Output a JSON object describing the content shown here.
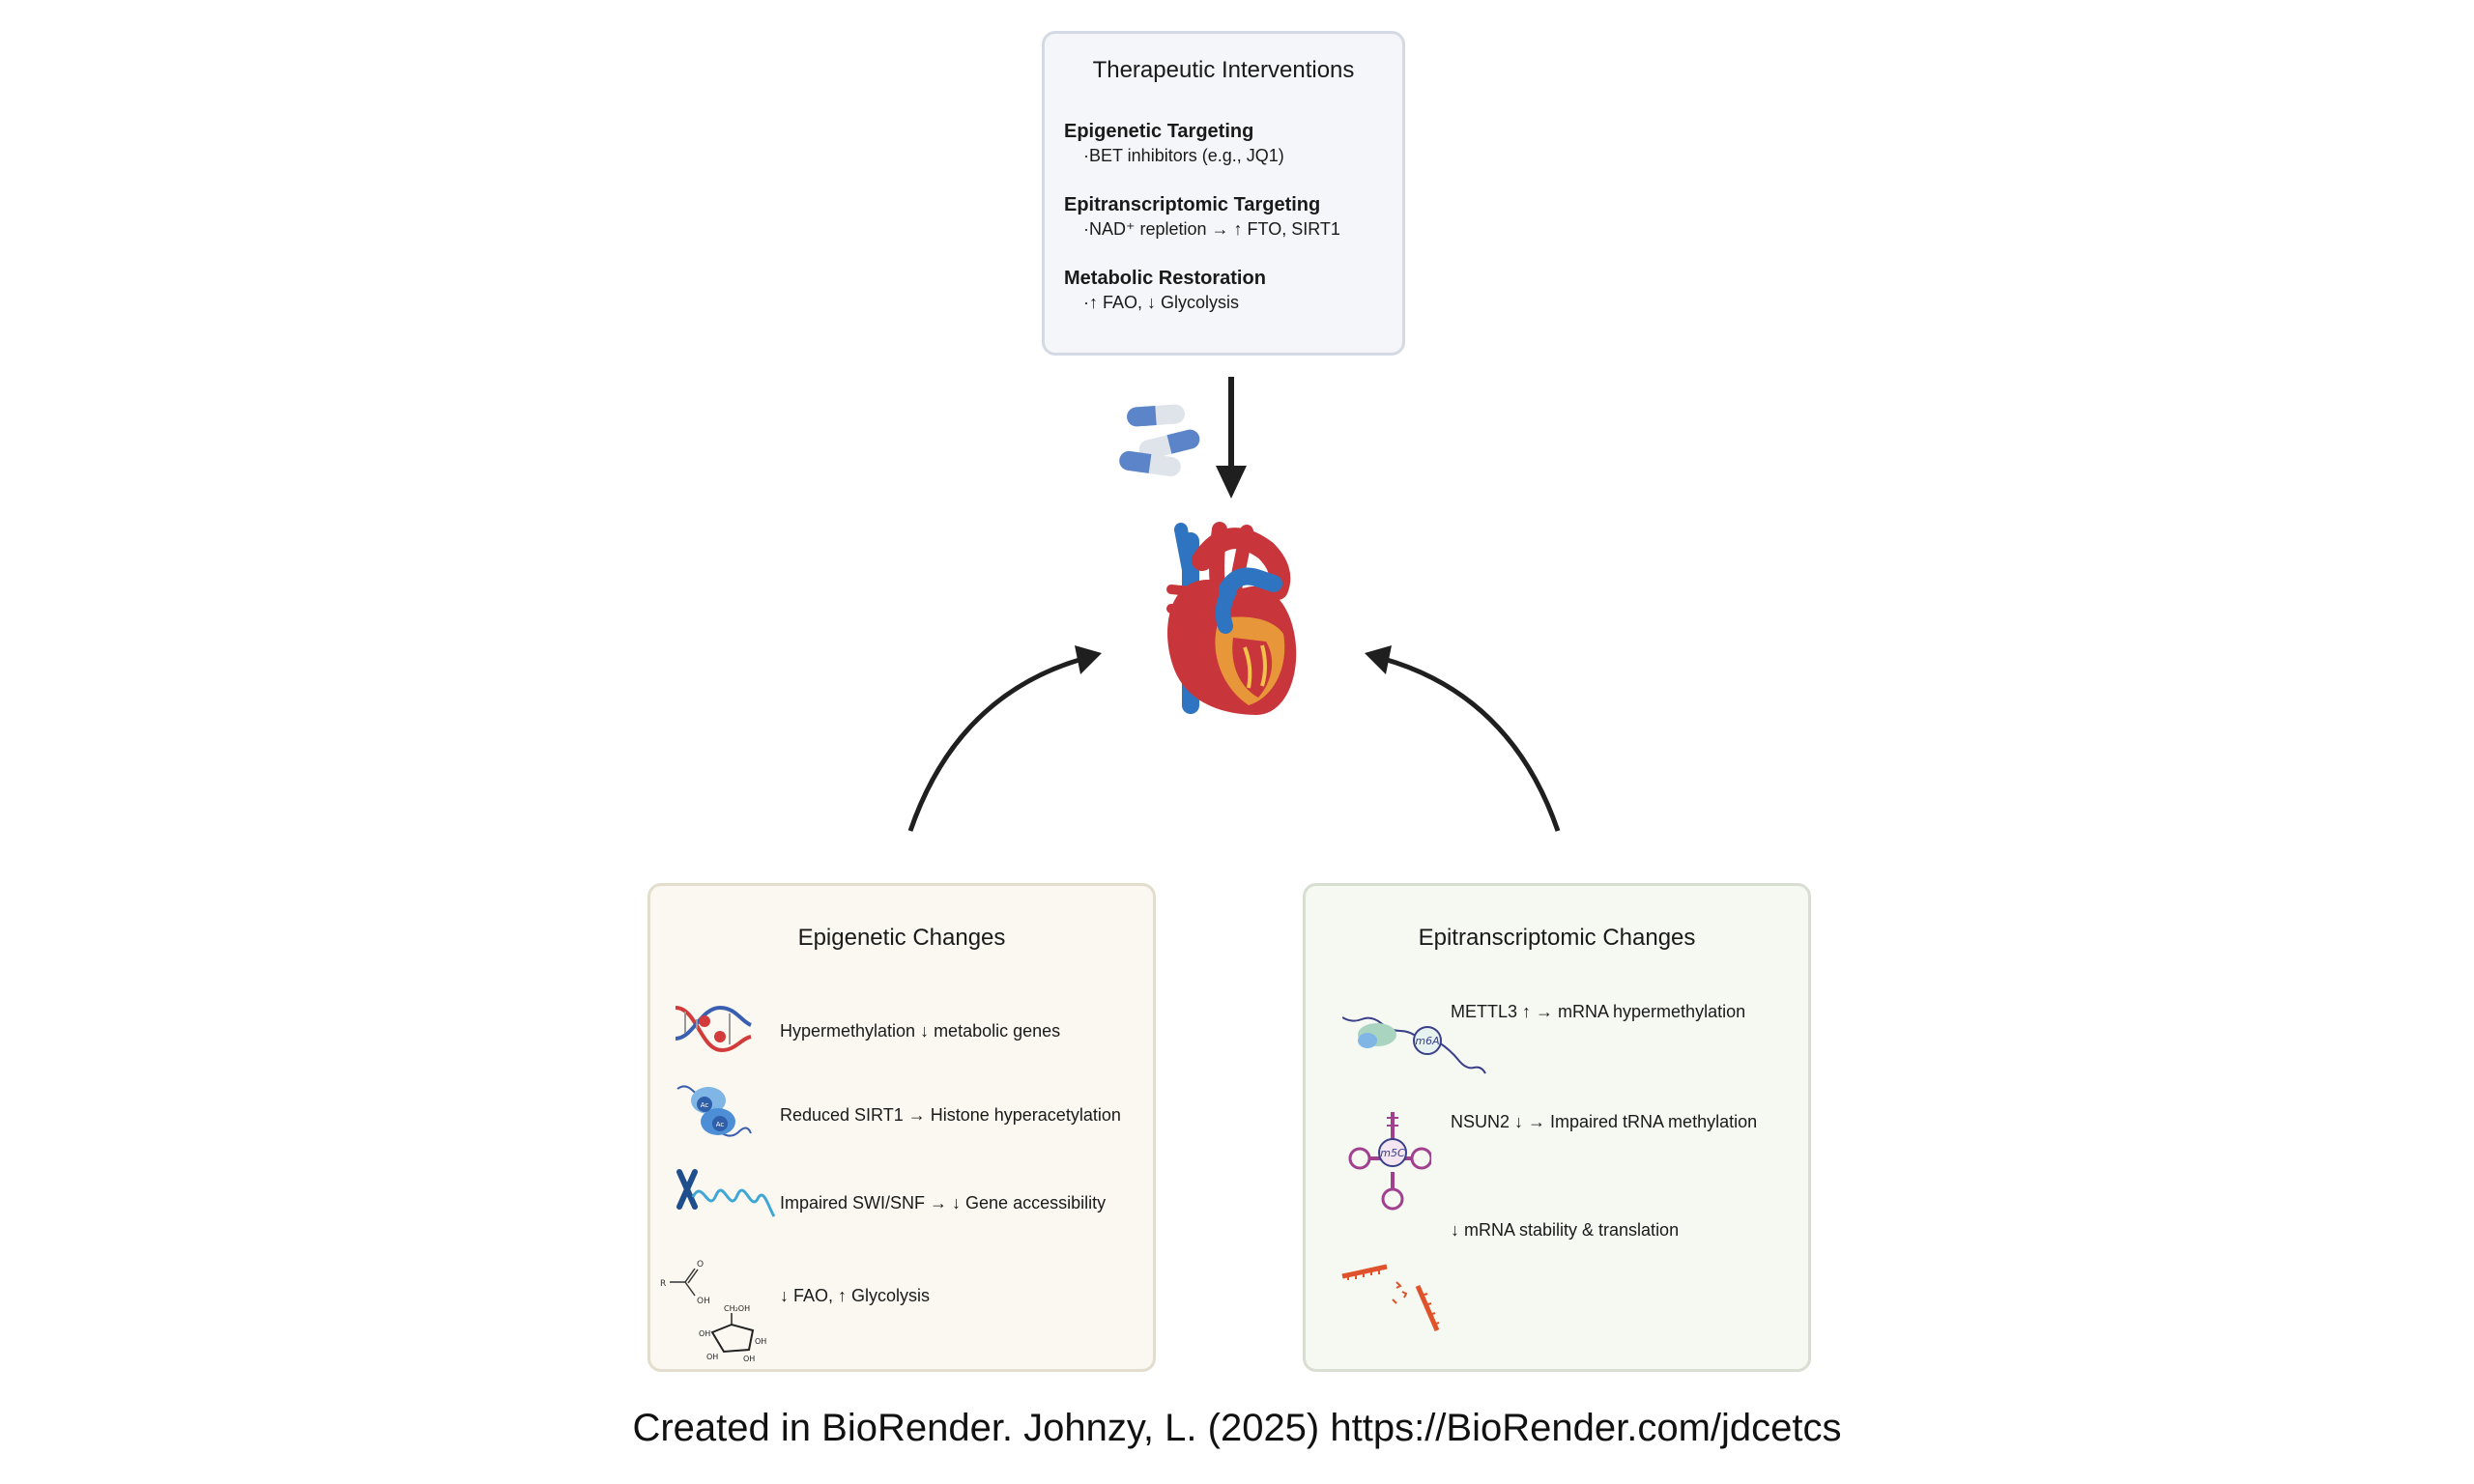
{
  "therapeutic": {
    "title": "Therapeutic Interventions",
    "sections": [
      {
        "heading": "Epigenetic Targeting",
        "item": "·BET inhibitors (e.g., JQ1)"
      },
      {
        "heading": "Epitranscriptomic Targeting",
        "item": "·NAD⁺ repletion → ↑ FTO, SIRT1"
      },
      {
        "heading": "Metabolic Restoration",
        "item": "·↑ FAO, ↓ Glycolysis"
      }
    ]
  },
  "epigenetic": {
    "title": "Epigenetic Changes",
    "items": [
      "Hypermethylation ↓ metabolic genes",
      "Reduced SIRT1 → Histone hyperacetylation",
      "Impaired SWI/SNF → ↓ Gene accessibility",
      "↓ FAO, ↑ Glycolysis"
    ],
    "chem_labels": {
      "r": "R",
      "o": "O",
      "oh": "OH",
      "ch2oh": "CH₂OH"
    }
  },
  "epitranscriptomic": {
    "title": "Epitranscriptomic Changes",
    "items": [
      "METTL3 ↑ → mRNA hypermethylation",
      "NSUN2 ↓ → Impaired tRNA methylation",
      "↓ mRNA stability & translation"
    ],
    "icon_labels": {
      "m6a": "m6A",
      "m5c": "m5C"
    }
  },
  "histone_label": "Ac",
  "credit": "Created in BioRender. Johnzy, L. (2025) https://BioRender.com/jdcetcs",
  "colors": {
    "arrow": "#1f1f1f",
    "heart_red": "#c8353a",
    "vessel_blue": "#2f74c0",
    "pill_blue": "#5b84c9"
  }
}
